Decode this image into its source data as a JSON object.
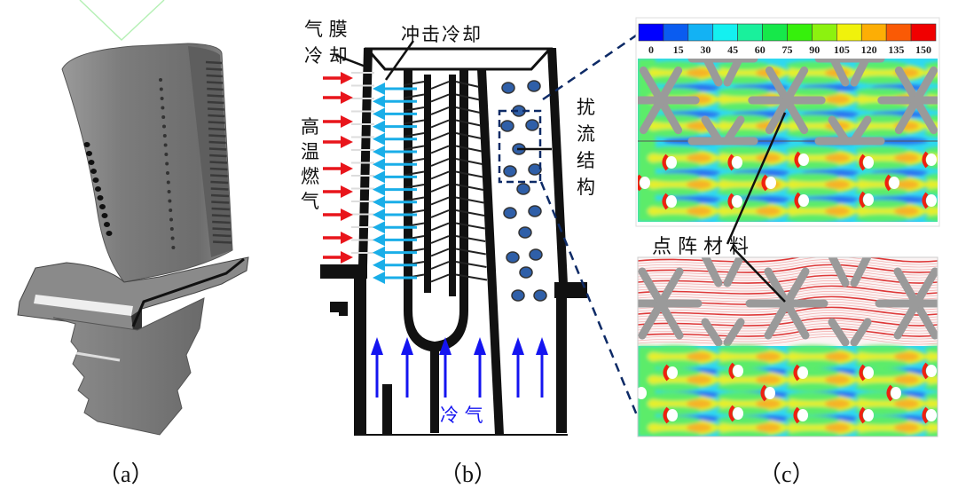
{
  "panels": {
    "a": {
      "caption": "（a）",
      "subject": "turbine-blade"
    },
    "b": {
      "caption": "（b）",
      "labels": {
        "film_cooling": [
          "气 膜",
          "冷 却"
        ],
        "impingement_cooling": "冲击冷却",
        "hot_gas": [
          "高",
          "温",
          "燃",
          "气"
        ],
        "turbulators": [
          "扰",
          "流",
          "结",
          "构"
        ],
        "cold_air": "冷 气"
      },
      "colors": {
        "hot_gas_arrow": "#e8151b",
        "coolant_arrow": "#1aaee8",
        "cold_air_arrow": "#1414f0",
        "pin": "#2f5fa8",
        "zoom_line": "#0d2a66"
      }
    },
    "c": {
      "caption": "（c）",
      "lattice_label": "点 阵 材 料",
      "colorbar": {
        "ticks": [
          "0",
          "15",
          "30",
          "45",
          "60",
          "75",
          "90",
          "105",
          "120",
          "135",
          "150"
        ],
        "colors": [
          "#0000ff",
          "#0a5cf0",
          "#13b2f4",
          "#14f0f0",
          "#19f09c",
          "#16e84a",
          "#36f00c",
          "#8cf20f",
          "#f0f20c",
          "#fdae05",
          "#fa5a05",
          "#f00000"
        ]
      }
    }
  }
}
